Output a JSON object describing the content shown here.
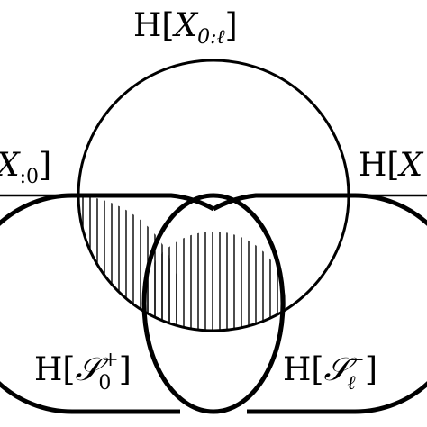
{
  "labels": {
    "top": {
      "H": "H",
      "open": "[",
      "var": "X",
      "sub": "0:ℓ",
      "close": "]"
    },
    "left": {
      "var": "X",
      "sub": ":0",
      "close": "]"
    },
    "right": {
      "H": "H",
      "open": "[",
      "var": "X"
    },
    "bottom_left": {
      "H": "H",
      "open": "[",
      "var": "𝒮",
      "sub": "0",
      "sup": "+",
      "close": "]"
    },
    "bottom_right": {
      "H": "H",
      "open": "[",
      "var": "𝒮",
      "sub": "ℓ",
      "sup": "−",
      "close": "]"
    }
  },
  "colors": {
    "stroke": "#000000",
    "background": "#ffffff"
  }
}
